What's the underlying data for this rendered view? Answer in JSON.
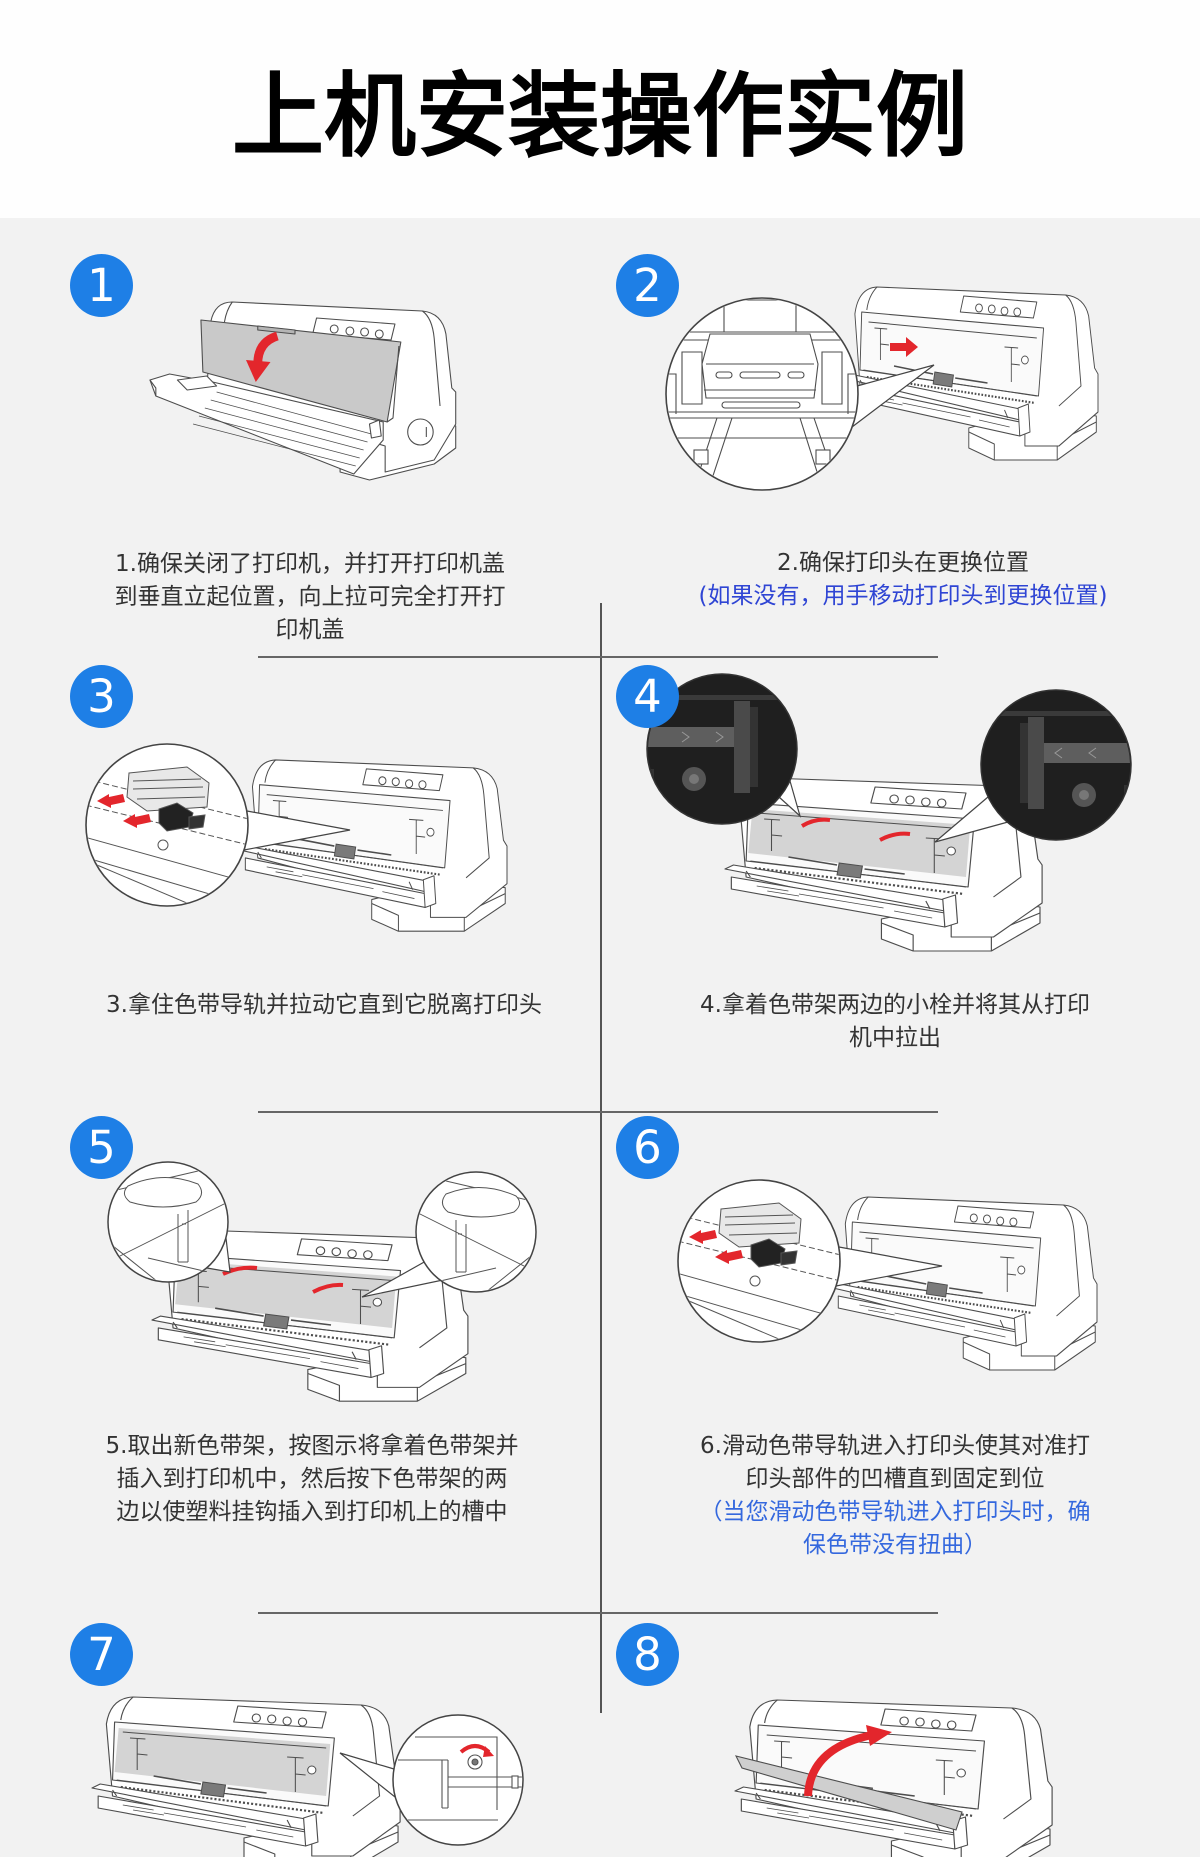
{
  "page": {
    "title": "上机安装操作实例"
  },
  "colors": {
    "badge_blue": "#1e7fe6",
    "note_blue": "#2f45d4",
    "note_blue_light": "#3468de",
    "arrow_red": "#e3262c",
    "background": "#f2f2f2",
    "text": "#333333"
  },
  "steps": [
    {
      "number": "1",
      "lines": [
        "1.确保关闭了打印机，并打开打印机盖",
        "到垂直立起位置，向上拉可完全打开打",
        "印机盖"
      ],
      "illustration": "printer-cover-raised-icon"
    },
    {
      "number": "2",
      "lines": [
        "2.确保打印头在更换位置"
      ],
      "note_lines": [
        "(如果没有，用手移动打印头到更换位置)"
      ],
      "illustration": "print-head-magnifier-icon"
    },
    {
      "number": "3",
      "lines": [
        "3.拿住色带导轨并拉动它直到它脱离打印头"
      ],
      "illustration": "ribbon-guide-magnifier-icon"
    },
    {
      "number": "4",
      "lines": [
        "4.拿着色带架两边的小栓并将其从打印",
        "机中拉出"
      ],
      "illustration": "ribbon-cartridge-clips-icon"
    },
    {
      "number": "5",
      "lines": [
        "5.取出新色带架，按图示将拿着色带架并",
        "插入到打印机中，然后按下色带架的两",
        "边以使塑料挂钩插入到打印机上的槽中"
      ],
      "illustration": "press-cartridge-hooks-icon"
    },
    {
      "number": "6",
      "lines": [
        "6.滑动色带导轨进入打印头使其对准打",
        "印头部件的凹槽直到固定到位"
      ],
      "note_lines": [
        "（当您滑动色带导轨进入打印头时，确",
        "保色带没有扭曲）"
      ],
      "illustration": "ribbon-guide-magnifier-icon"
    },
    {
      "number": "7",
      "illustration": "tension-knob-magnifier-icon"
    },
    {
      "number": "8",
      "illustration": "close-cover-arrow-icon"
    }
  ]
}
